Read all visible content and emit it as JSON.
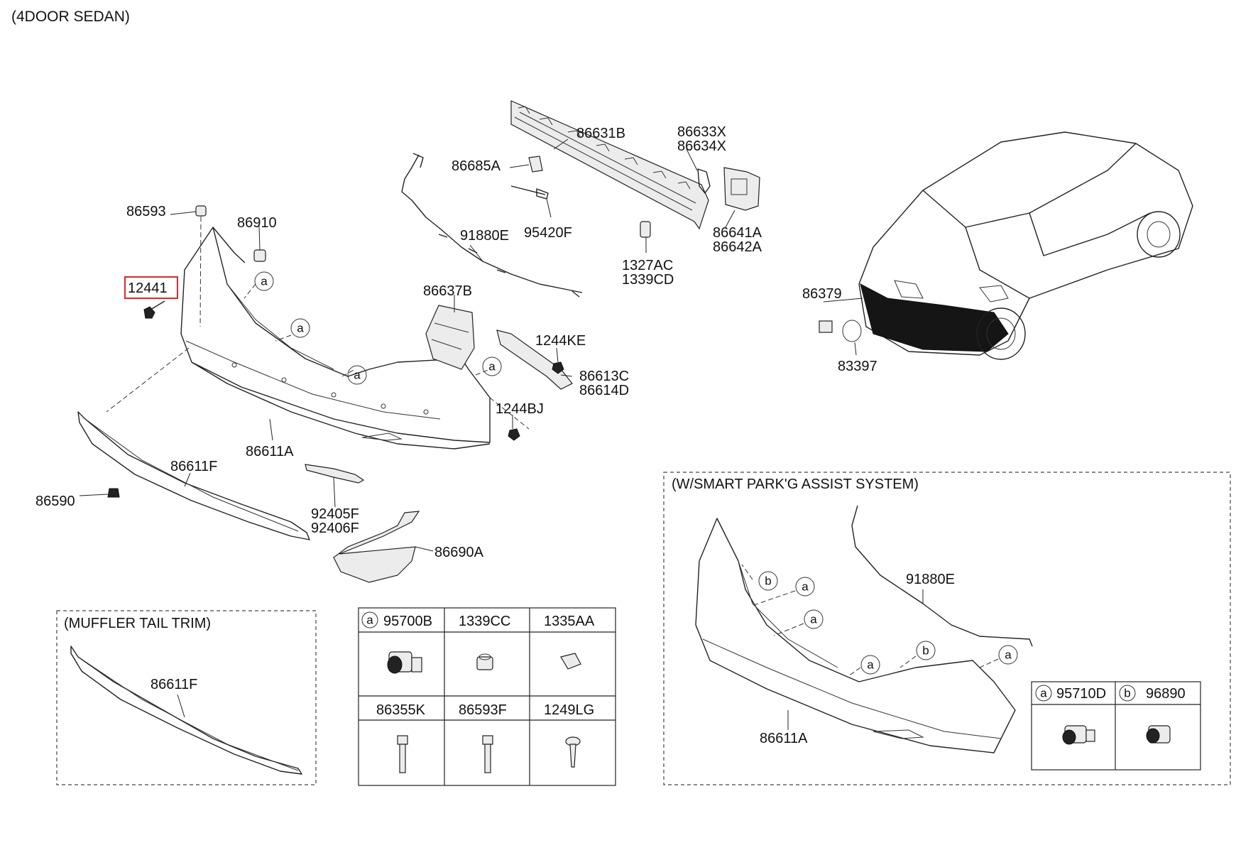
{
  "title": "(4DOOR SEDAN)",
  "highlighted_part": "12441",
  "main_labels": [
    {
      "id": "l1",
      "text": "86631B"
    },
    {
      "id": "l2",
      "text": "86633X"
    },
    {
      "id": "l3",
      "text": "86634X"
    },
    {
      "id": "l4",
      "text": "86685A"
    },
    {
      "id": "l5",
      "text": "86593"
    },
    {
      "id": "l6",
      "text": "86910"
    },
    {
      "id": "l7",
      "text": "91880E"
    },
    {
      "id": "l8",
      "text": "95420F"
    },
    {
      "id": "l9",
      "text": "1327AC"
    },
    {
      "id": "l10",
      "text": "1339CD"
    },
    {
      "id": "l11",
      "text": "86641A"
    },
    {
      "id": "l12",
      "text": "86642A"
    },
    {
      "id": "l13",
      "text": "86637B"
    },
    {
      "id": "l14",
      "text": "1244KE"
    },
    {
      "id": "l15",
      "text": "86613C"
    },
    {
      "id": "l16",
      "text": "86614D"
    },
    {
      "id": "l17",
      "text": "1244BJ"
    },
    {
      "id": "l18",
      "text": "86611A"
    },
    {
      "id": "l19",
      "text": "86611F"
    },
    {
      "id": "l20",
      "text": "86590"
    },
    {
      "id": "l21",
      "text": "92405F"
    },
    {
      "id": "l22",
      "text": "92406F"
    },
    {
      "id": "l23",
      "text": "86690A"
    },
    {
      "id": "l24",
      "text": "86379"
    },
    {
      "id": "l25",
      "text": "83397"
    }
  ],
  "callout_a": "a",
  "callout_b": "b",
  "muffler_box": {
    "title": "(MUFFLER TAIL TRIM)",
    "part": "86611F"
  },
  "hardware_table": {
    "row1": [
      "95700B",
      "1339CC",
      "1335AA"
    ],
    "row2": [
      "86355K",
      "86593F",
      "1249LG"
    ]
  },
  "smart_box": {
    "title": "(W/SMART PARK'G ASSIST SYSTEM)",
    "labels": [
      "91880E",
      "86611A"
    ],
    "sensor_table": [
      "95710D",
      "96890"
    ]
  }
}
